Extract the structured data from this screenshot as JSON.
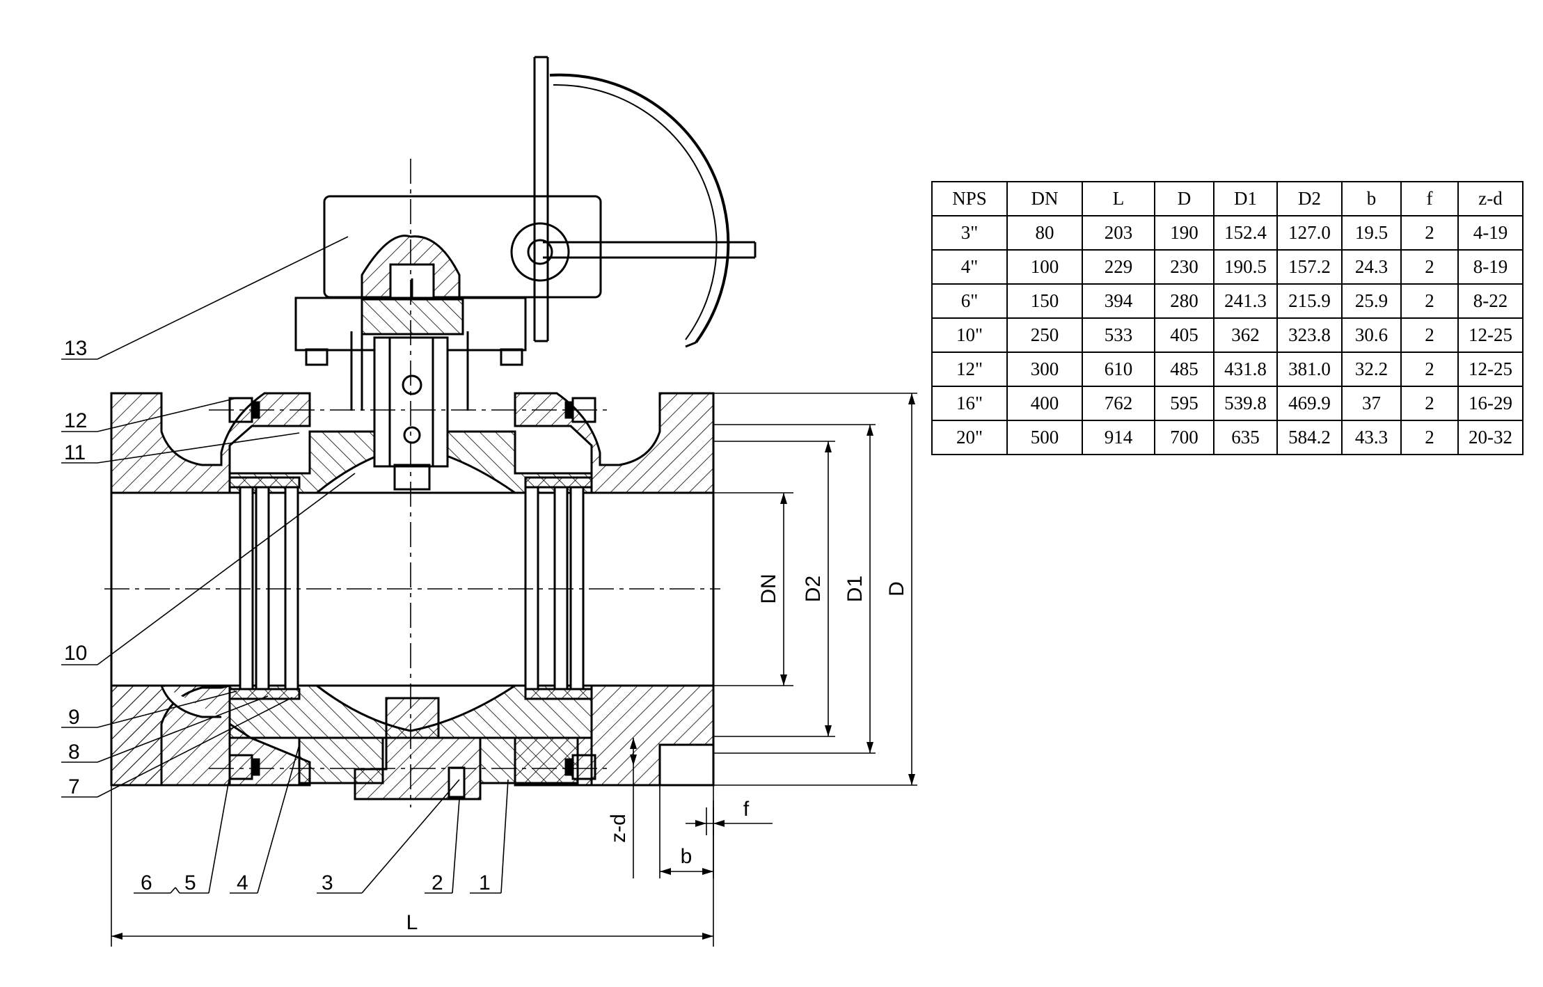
{
  "part_callouts": [
    "1",
    "2",
    "3",
    "4",
    "5",
    "6",
    "7",
    "8",
    "9",
    "10",
    "11",
    "12",
    "13"
  ],
  "dimension_labels": {
    "L": "L",
    "DN": "DN",
    "D2": "D2",
    "D1": "D1",
    "D": "D",
    "f": "f",
    "b": "b",
    "z_d": "z-d"
  },
  "spec_table": {
    "headers": [
      "NPS",
      "DN",
      "L",
      "D",
      "D1",
      "D2",
      "b",
      "f",
      "z-d"
    ],
    "rows": [
      [
        "3\"",
        "80",
        "203",
        "190",
        "152.4",
        "127.0",
        "19.5",
        "2",
        "4-19"
      ],
      [
        "4\"",
        "100",
        "229",
        "230",
        "190.5",
        "157.2",
        "24.3",
        "2",
        "8-19"
      ],
      [
        "6\"",
        "150",
        "394",
        "280",
        "241.3",
        "215.9",
        "25.9",
        "2",
        "8-22"
      ],
      [
        "10\"",
        "250",
        "533",
        "405",
        "362",
        "323.8",
        "30.6",
        "2",
        "12-25"
      ],
      [
        "12\"",
        "300",
        "610",
        "485",
        "431.8",
        "381.0",
        "32.2",
        "2",
        "12-25"
      ],
      [
        "16\"",
        "400",
        "762",
        "595",
        "539.8",
        "469.9",
        "37",
        "2",
        "16-29"
      ],
      [
        "20\"",
        "500",
        "914",
        "700",
        "635",
        "584.2",
        "43.3",
        "2",
        "20-32"
      ]
    ]
  }
}
